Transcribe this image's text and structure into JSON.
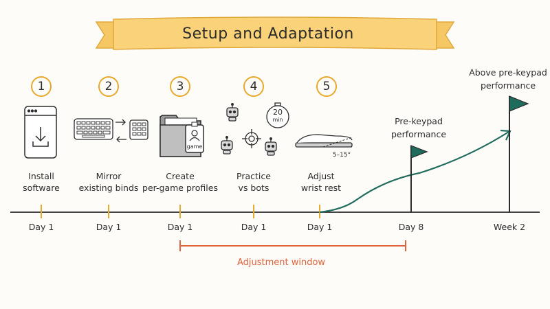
{
  "title": "Setup and Adaptation",
  "steps": [
    {
      "number": "1",
      "label_line1": "Install",
      "label_line2": "software",
      "day": "Day 1",
      "icon": "download-screen-icon"
    },
    {
      "number": "2",
      "label_line1": "Mirror",
      "label_line2": "existing binds",
      "day": "Day 1",
      "icon": "keyboard-keypad-icon"
    },
    {
      "number": "3",
      "label_line1": "Create",
      "label_line2": "per-game profiles",
      "day": "Day 1",
      "icon": "folder-profile-icon",
      "icon_text": "game"
    },
    {
      "number": "4",
      "label_line1": "Practice",
      "label_line2": "vs bots",
      "day": "Day 1",
      "icon": "bots-target-timer-icon",
      "icon_text_1": "20",
      "icon_text_2": "min"
    },
    {
      "number": "5",
      "label_line1": "Adjust",
      "label_line2": "wrist rest",
      "day": "Day 1",
      "icon": "wrist-rest-icon",
      "icon_text": "5–15°"
    }
  ],
  "milestones": [
    {
      "label_line1": "Pre-keypad",
      "label_line2": "performance",
      "day": "Day 8",
      "icon": "flag-icon"
    },
    {
      "label_line1": "Above pre-keypad",
      "label_line2": "performance",
      "day": "Week 2",
      "icon": "flag-icon"
    }
  ],
  "adjustment_window": {
    "label": "Adjustment window"
  },
  "colors": {
    "banner_fill": "#f9d27a",
    "banner_stroke": "#e0a83a",
    "circle_stroke": "#e8a92b",
    "tick": "#e8a92b",
    "curve": "#1f6b5c",
    "flag": "#1f6b5c",
    "window": "#e0623a",
    "ink": "#2b2b2b"
  }
}
